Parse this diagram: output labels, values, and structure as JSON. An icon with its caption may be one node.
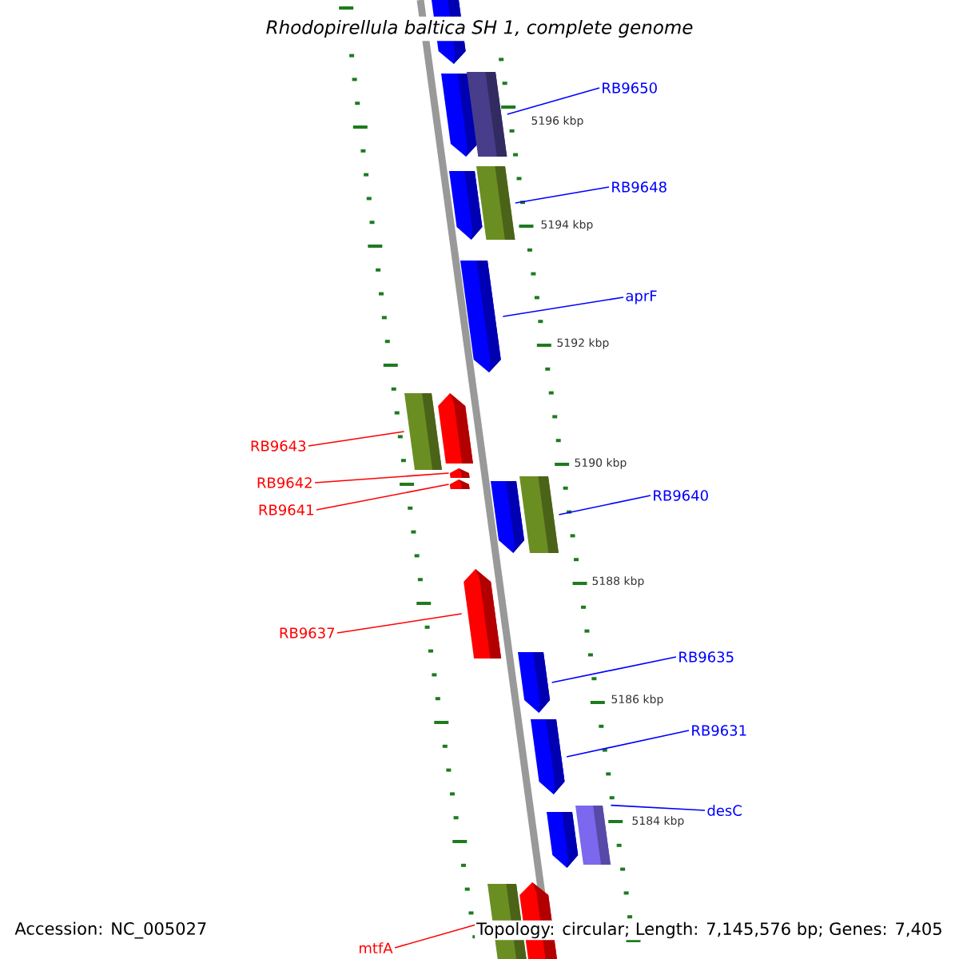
{
  "diagram": {
    "title": "Rhodopirellula baltica SH 1, complete genome",
    "nodes": [
      {
        "text": [],
        "shape": "arrow"
      },
      {
        "text": [],
        "shape": "arrow"
      },
      {
        "text": [],
        "shape": "box"
      },
      {
        "text": [],
        "shape": "arrow"
      },
      {
        "text": [],
        "shape": "box"
      },
      {
        "text": [],
        "shape": "arrow"
      },
      {
        "text": [],
        "shape": "box"
      },
      {
        "text": [],
        "shape": "arrow"
      },
      {
        "text": [],
        "shape": "arrow"
      },
      {
        "text": [],
        "shape": "arrow"
      },
      {
        "text": [],
        "shape": "arrow"
      },
      {
        "text": [],
        "shape": "box"
      },
      {
        "text": [],
        "shape": "arrow"
      },
      {
        "text": [],
        "shape": "arrow"
      },
      {
        "text": [],
        "shape": "arrow"
      },
      {
        "text": [],
        "shape": "arrow"
      },
      {
        "text": [],
        "shape": "box"
      },
      {
        "text": [],
        "shape": "box"
      },
      {
        "text": [],
        "shape": "arrow"
      },
      {
        "text": [
          "RB9650"
        ]
      },
      {
        "text": [
          "RB9648"
        ]
      },
      {
        "text": [
          "aprF"
        ]
      },
      {
        "text": [
          "RB9643"
        ]
      },
      {
        "text": [
          "RB9642"
        ]
      },
      {
        "text": [
          "RB9641"
        ]
      },
      {
        "text": [
          "RB9640"
        ]
      },
      {
        "text": [
          "RB9637"
        ]
      },
      {
        "text": [
          "RB9635"
        ]
      },
      {
        "text": [
          "RB9631"
        ]
      },
      {
        "text": [
          "desC"
        ]
      },
      {
        "text": [
          "mtfA"
        ]
      }
    ],
    "edges": [
      {
        "from": 19,
        "to": 2,
        "arrow": "none"
      },
      {
        "from": 20,
        "to": 4,
        "arrow": "none"
      },
      {
        "from": 21,
        "to": 5,
        "arrow": "none"
      },
      {
        "from": 22,
        "to": 6,
        "arrow": "none",
        "color": "#ff0000"
      },
      {
        "from": 23,
        "to": 8,
        "arrow": "none",
        "color": "#ff0000"
      },
      {
        "from": 24,
        "to": 9,
        "arrow": "none",
        "color": "#ff0000"
      },
      {
        "from": 25,
        "to": 11,
        "arrow": "none"
      },
      {
        "from": 26,
        "to": 12,
        "arrow": "none",
        "color": "#ff0000"
      },
      {
        "from": 27,
        "to": 13,
        "arrow": "none"
      },
      {
        "from": 28,
        "to": 14,
        "arrow": "none"
      },
      {
        "from": 29,
        "to": 16,
        "arrow": "none"
      },
      {
        "from": 30,
        "to": 17,
        "arrow": "none",
        "color": "#ff0000"
      }
    ],
    "labels": [
      "5196 kbp",
      "5194 kbp",
      "5192 kbp",
      "5190 kbp",
      "5188 kbp",
      "5186 kbp",
      "5184 kbp",
      "Accession: NC_005027",
      "Topology: circular; Length: 7,145,576 bp; Genes: 7,405"
    ]
  }
}
